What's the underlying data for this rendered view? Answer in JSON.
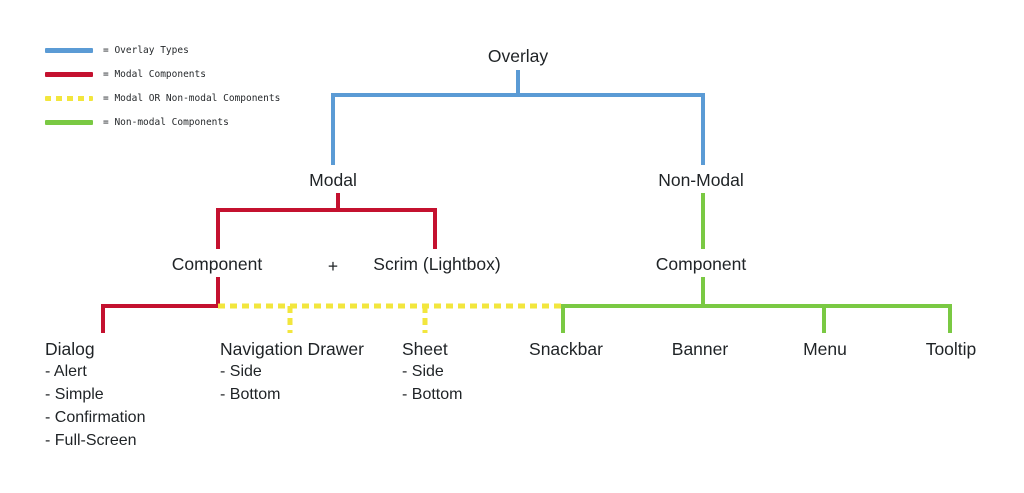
{
  "diagram": {
    "title": "Overlay component taxonomy tree",
    "background": "#ffffff",
    "colors": {
      "overlay_blue": "#5b9bd5",
      "modal_red": "#c4112f",
      "both_yellow": "#f2e63d",
      "nonmodal_green": "#7ac943",
      "text": "#1f2326"
    }
  },
  "legend": {
    "items": [
      {
        "label": "= Overlay Types",
        "color": "#5b9bd5",
        "style": "solid"
      },
      {
        "label": "= Modal Components",
        "color": "#c4112f",
        "style": "solid"
      },
      {
        "label": "= Modal OR Non-modal Components",
        "color": "#f2e63d",
        "style": "dashed"
      },
      {
        "label": "= Non-modal Components",
        "color": "#7ac943",
        "style": "solid"
      }
    ]
  },
  "nodes": {
    "root": "Overlay",
    "modal": "Modal",
    "non_modal": "Non-Modal",
    "modal_component": "Component",
    "modal_plus": "+",
    "modal_scrim": "Scrim (Lightbox)",
    "nonmodal_component": "Component"
  },
  "leaves": [
    {
      "name": "Dialog",
      "sub": [
        "- Alert",
        "- Simple",
        "- Confirmation",
        "- Full-Screen"
      ],
      "connector": "modal_red"
    },
    {
      "name": "Navigation Drawer",
      "sub": [
        "- Side",
        "- Bottom"
      ],
      "connector": "both_yellow"
    },
    {
      "name": "Sheet",
      "sub": [
        "- Side",
        "- Bottom"
      ],
      "connector": "both_yellow"
    },
    {
      "name": "Snackbar",
      "sub": [],
      "connector": "nonmodal_green"
    },
    {
      "name": "Banner",
      "sub": [],
      "connector": "nonmodal_green"
    },
    {
      "name": "Menu",
      "sub": [],
      "connector": "nonmodal_green"
    },
    {
      "name": "Tooltip",
      "sub": [],
      "connector": "nonmodal_green"
    }
  ]
}
